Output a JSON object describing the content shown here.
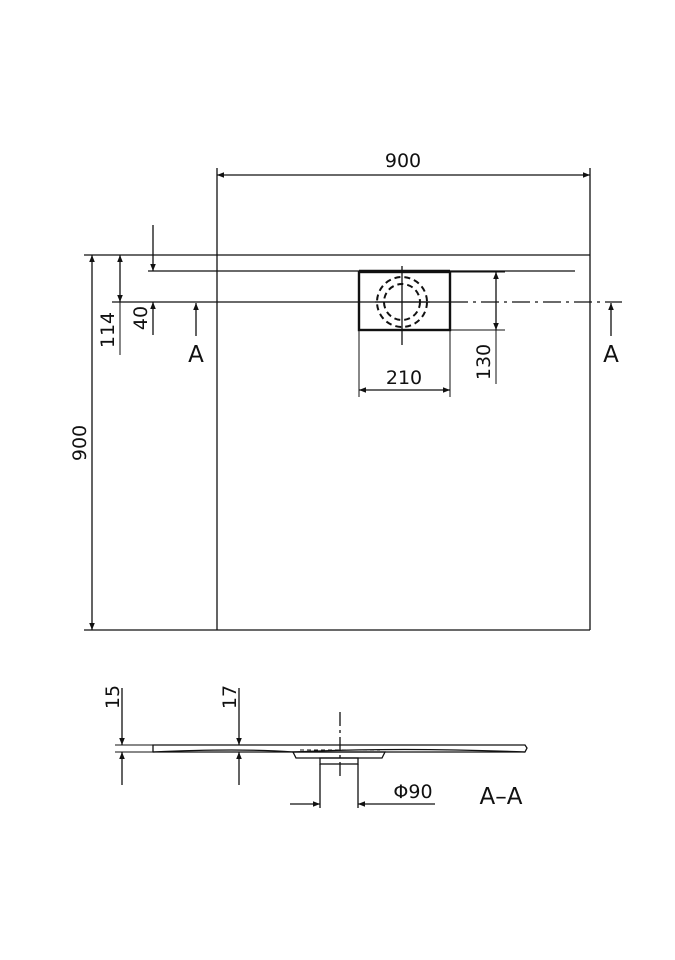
{
  "plan_view": {
    "width_dim": "900",
    "depth_dim": "900",
    "drain_offset_dim": "114",
    "channel_offset_dim": "40",
    "drain_box_width_dim": "210",
    "drain_box_depth_dim": "130",
    "section_marker_left": "A",
    "section_marker_right": "A"
  },
  "section_view": {
    "edge_height_dim": "15",
    "inner_height_dim": "17",
    "drain_diameter_dim": "Φ90",
    "section_label": "A–A"
  }
}
